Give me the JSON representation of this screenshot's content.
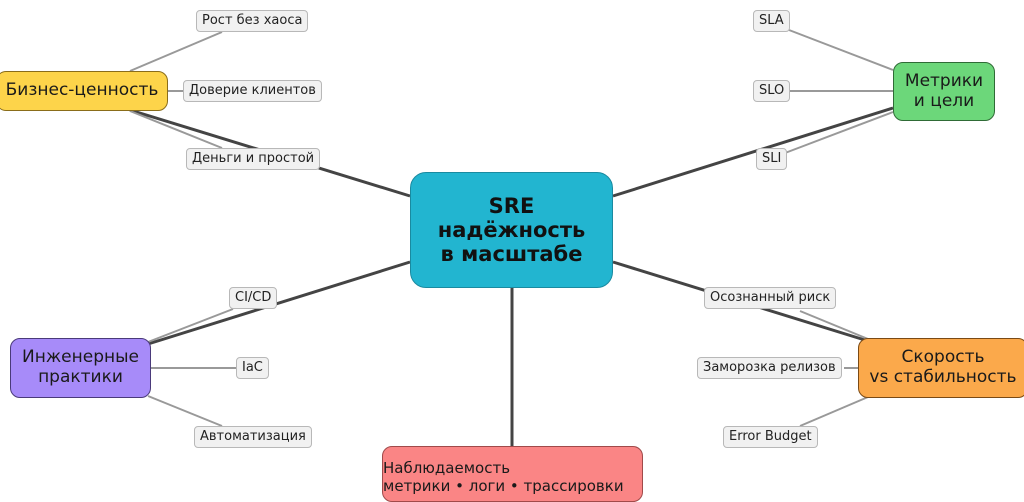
{
  "diagram": {
    "type": "mind-map",
    "center": {
      "lines": [
        "SRE",
        "надёжность",
        "в масштабе"
      ],
      "color": "#22b5d0"
    },
    "branches": [
      {
        "id": "business",
        "lines": [
          "Бизнес-ценность"
        ],
        "color": "#fdd44a",
        "leaves": [
          "Рост без хаоса",
          "Доверие клиентов",
          "Деньги и простой"
        ]
      },
      {
        "id": "metrics",
        "lines": [
          "Метрики",
          "и цели"
        ],
        "color": "#6cd77a",
        "leaves": [
          "SLA",
          "SLO",
          "SLI"
        ]
      },
      {
        "id": "engineering",
        "lines": [
          "Инженерные",
          "практики"
        ],
        "color": "#a78bf9",
        "leaves": [
          "CI/CD",
          "IaC",
          "Автоматизация"
        ]
      },
      {
        "id": "speed",
        "lines": [
          "Скорость",
          "vs стабильность"
        ],
        "color": "#fba94b",
        "leaves": [
          "Осознанный риск",
          "Заморозка релизов",
          "Error Budget"
        ]
      },
      {
        "id": "observability",
        "lines": [
          "Наблюдаемость",
          "метрики • логи • трассировки"
        ],
        "color": "#fa8585",
        "leaves": []
      }
    ],
    "edge_colors": {
      "main": "#444444",
      "leaf": "#999999"
    }
  }
}
